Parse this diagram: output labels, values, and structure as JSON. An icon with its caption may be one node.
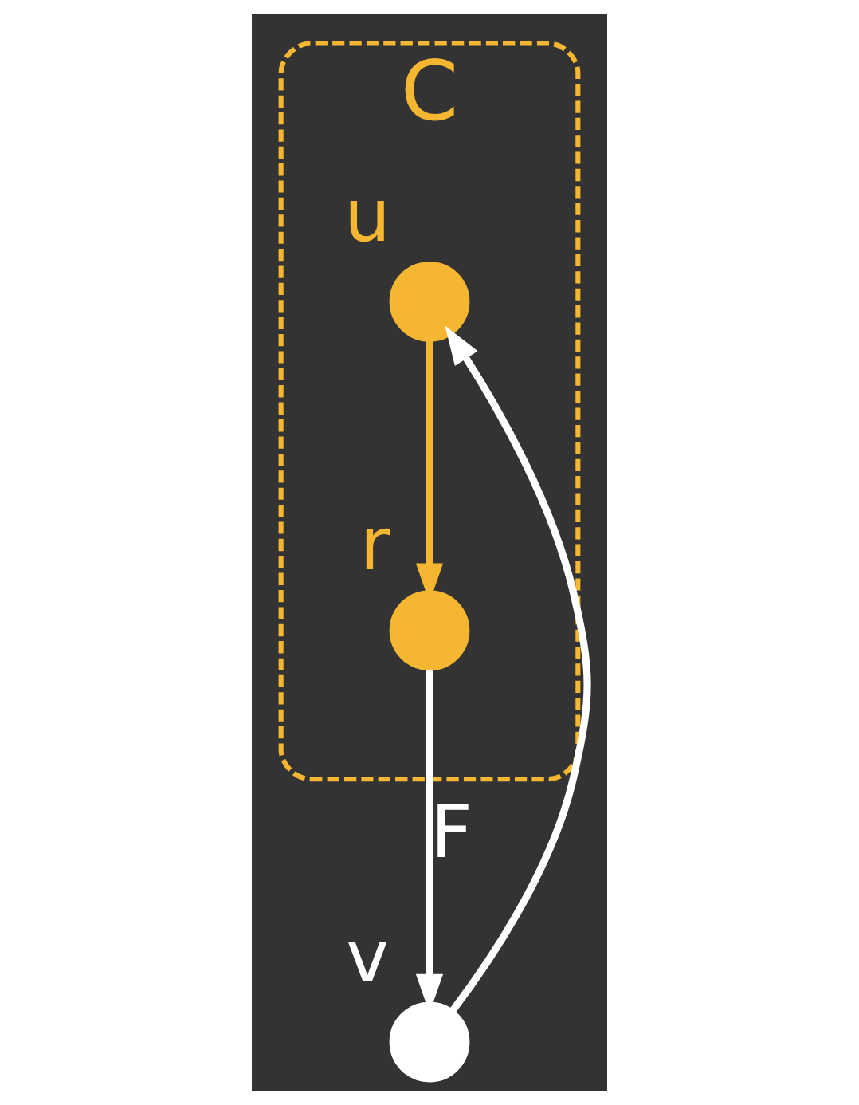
{
  "diagram": {
    "nodes": [
      {
        "text": [
          "C"
        ]
      },
      {
        "text": [],
        "shape": "circle",
        "beside": [
          "r"
        ],
        "in": 0
      },
      {
        "text": [],
        "shape": "circle",
        "beside": [
          "v"
        ]
      },
      {
        "text": [],
        "shape": "circle",
        "beside": [
          "u"
        ],
        "in": 0
      }
    ],
    "edges": [
      {
        "from": 1,
        "to": 2,
        "arrow": "to",
        "label": "F"
      },
      {
        "from": 2,
        "to": 3,
        "arrow": "to"
      },
      {
        "from": 3,
        "to": 1,
        "arrow": "to",
        "color": "#f5b731"
      }
    ]
  }
}
